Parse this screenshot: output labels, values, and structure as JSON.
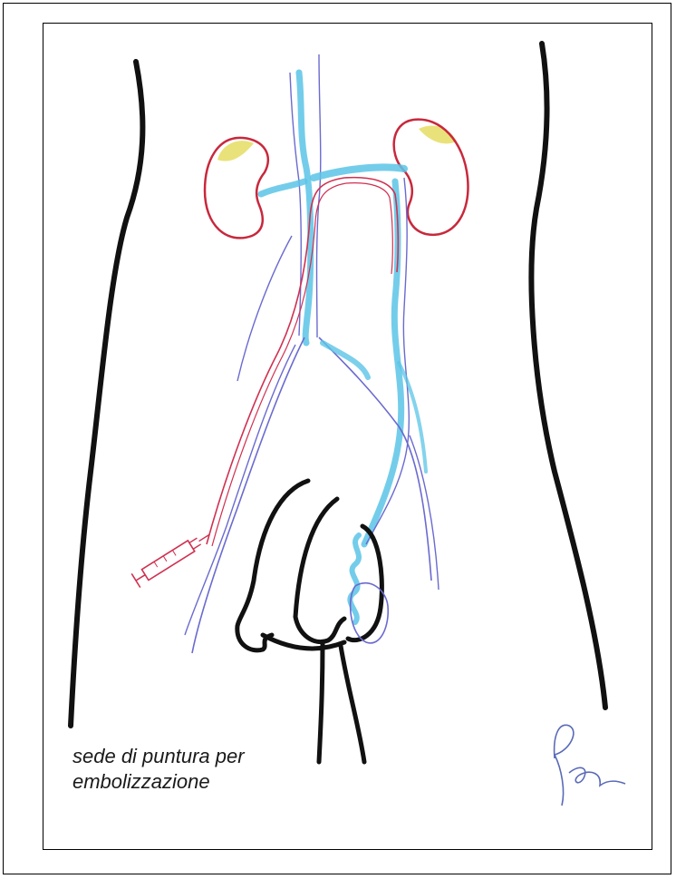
{
  "caption": {
    "line1": "sede di puntura per",
    "line2": "embolizzazione"
  },
  "colors": {
    "body_outline": "#111111",
    "vein_blue": "#5bc4e6",
    "vein_outline": "#6a6ad0",
    "artery_red": "#d03050",
    "kidney_red": "#c8283c",
    "adrenal_yellow": "#e9e27a",
    "signature": "#5a6ab8"
  },
  "icons": {
    "syringe": "syringe-icon",
    "signature": "signature-mark"
  }
}
